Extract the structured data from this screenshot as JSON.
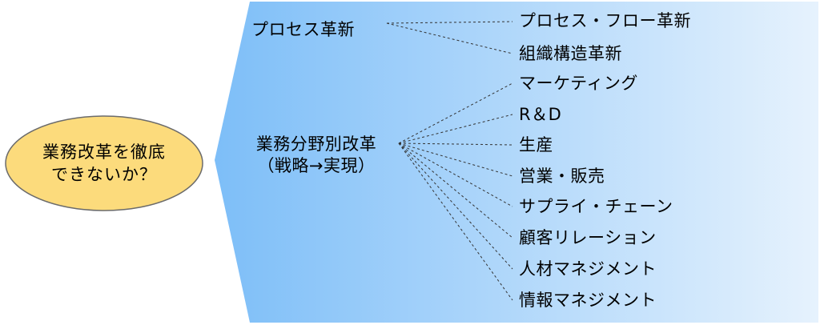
{
  "center": {
    "line1": "業務改革を徹底",
    "line2": "できないか？"
  },
  "groups": [
    {
      "label_lines": [
        "プロセス革新"
      ],
      "items": [
        "プロセス・フロー革新",
        "組織構造革新"
      ]
    },
    {
      "label_lines": [
        "業務分野別改革",
        "（戦略→実現）"
      ],
      "items": [
        "マーケティング",
        "R＆D",
        "生産",
        "営業・販売",
        "サプライ・チェーン",
        "顧客リレーション",
        "人材マネジメント",
        "情報マネジメント"
      ]
    }
  ],
  "colors": {
    "ellipse_fill": "#fcdb7c",
    "ellipse_stroke": "#6b6b6b",
    "panel_left": "#7dbef8",
    "panel_right": "#e6f2fd",
    "connector": "#333333"
  }
}
